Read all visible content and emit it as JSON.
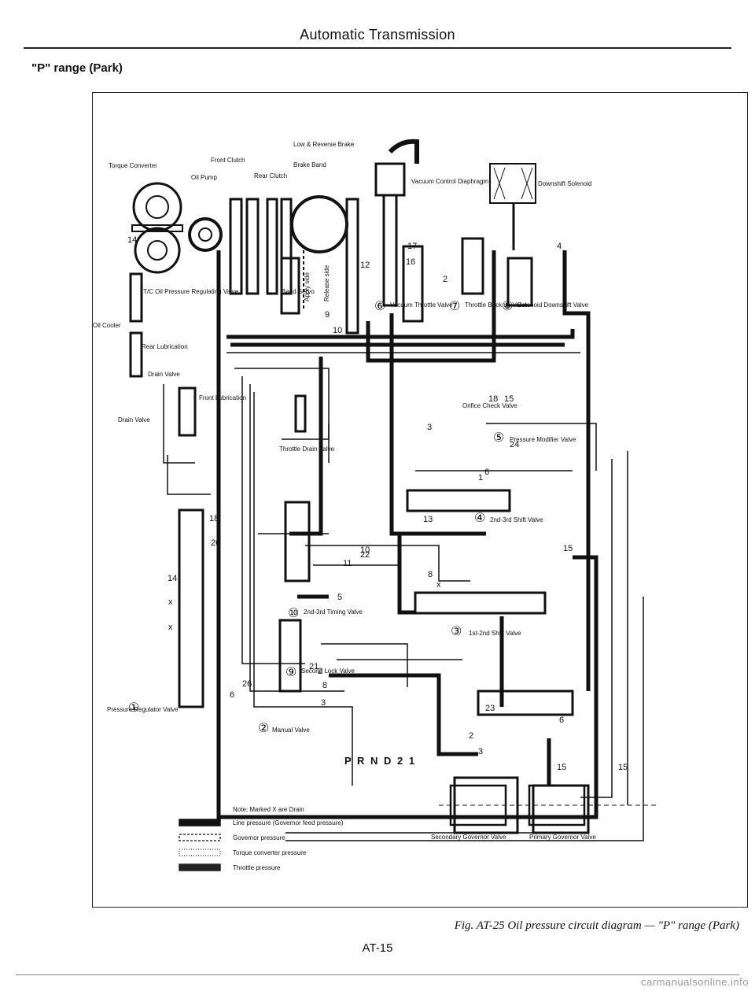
{
  "page": {
    "header": "Automatic Transmission",
    "section_title": "\"P\" range (Park)",
    "caption": "Fig. AT-25  Oil pressure circuit diagram — \"P\" range (Park)",
    "page_number": "AT-15",
    "watermark": "carmanualsonline.info"
  },
  "diagram": {
    "components": {
      "torque_converter": "Torque Converter",
      "oil_pump": "Oil Pump",
      "front_clutch": "Front Clutch",
      "rear_clutch": "Rear Clutch",
      "low_reverse_brake": "Low & Reverse Brake",
      "brake_band": "Brake Band",
      "band_servo": "Band Servo",
      "apply_side": "Apply side",
      "release_side": "Release side",
      "vacuum_control": "Vacuum Control Diaphragm",
      "downshift_solenoid": "Downshift Solenoid",
      "tc_oil_pressure": "T/C Oil Pressure Regulating Valve",
      "oil_cooler": "Oil Cooler",
      "rear_lubrication": "Rear Lubrication",
      "drain_valve_small": "Drain Valve",
      "front_lubrication": "Front Lubrication",
      "drain_valve": "Drain Valve",
      "vacuum_throttle": "Vacuum Throttle Valve",
      "throttle_back_up": "Throttle Back up Valve",
      "solenoid_downshift": "Solenoid Downshift Valve",
      "orifice_check": "Orifice Check Valve",
      "pressure_modifier": "Pressure Modifier Valve",
      "throttle_drain": "Throttle Drain Valve",
      "shift_2_3": "2nd-3rd Shift Valve",
      "timing_2_3": "2nd-3rd Timing Valve",
      "shift_1_2": "1st-2nd Shift Valve",
      "second_lock": "Second Lock Valve",
      "pressure_regulator": "Pressure Regulator Valve",
      "manual_valve": "Manual Valve",
      "range_letters": "P R N D 2 1",
      "secondary_governor": "Secondary Governor Valve",
      "primary_governor": "Primary Governor Valve"
    },
    "markers": {
      "m1": "①",
      "m2": "②",
      "m3": "③",
      "m4": "④",
      "m5": "⑤",
      "m6": "⑥",
      "m7": "⑦",
      "m8": "⑧",
      "m9": "⑨",
      "m10": "⑩"
    },
    "line_numbers": [
      "14",
      "12",
      "17",
      "16",
      "2",
      "4",
      "9",
      "10",
      "18",
      "15",
      "24",
      "3",
      "6",
      "1",
      "18",
      "15",
      "10",
      "11",
      "22",
      "8",
      "x",
      "5",
      "21",
      "2",
      "8",
      "3",
      "26",
      "23",
      "6",
      "2",
      "3",
      "15",
      "15",
      "13",
      "20",
      "14",
      "6",
      "x",
      "x"
    ],
    "legend": {
      "note": "Note:  Marked X are Drain",
      "items": [
        {
          "label": "Line pressure (Governor feed pressure)",
          "color": "#111111",
          "style": "solid"
        },
        {
          "label": "Governor pressure",
          "color": "#333333",
          "style": "hatched"
        },
        {
          "label": "Torque converter pressure",
          "color": "#555555",
          "style": "dotted"
        },
        {
          "label": "Throttle pressure",
          "color": "#222222",
          "style": "solid"
        }
      ]
    }
  }
}
